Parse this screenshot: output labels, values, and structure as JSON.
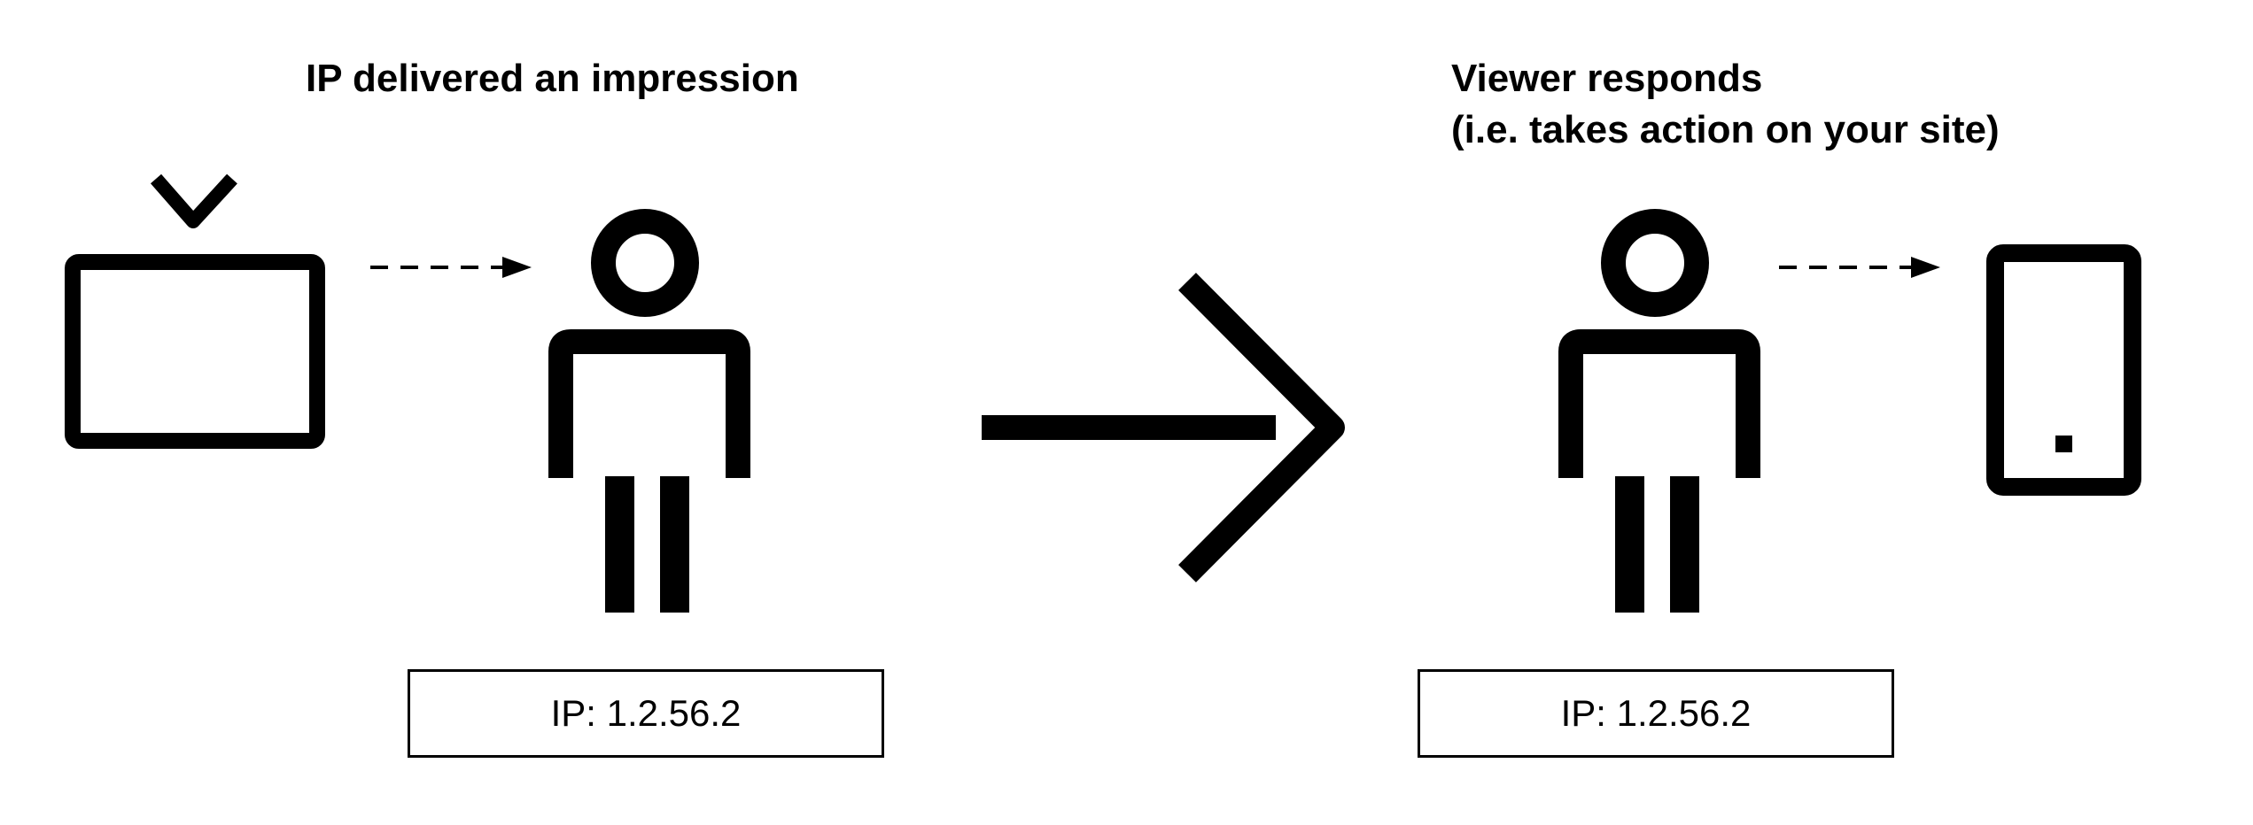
{
  "left": {
    "caption_lines": [
      "IP delivered an impression"
    ],
    "ip_label": "IP: 1.2.56.2",
    "source_icon": "tv-icon",
    "person_icon": "person-icon"
  },
  "right": {
    "caption_lines": [
      "Viewer responds",
      "(i.e. takes action on your site)"
    ],
    "ip_label": "IP: 1.2.56.2",
    "person_icon": "person-icon",
    "target_icon": "phone-icon"
  },
  "connectors": {
    "dashed_arrow_icon": "dashed-arrow-icon",
    "big_arrow_icon": "arrow-right-icon"
  },
  "colors": {
    "ink": "#000000",
    "background": "#ffffff"
  }
}
